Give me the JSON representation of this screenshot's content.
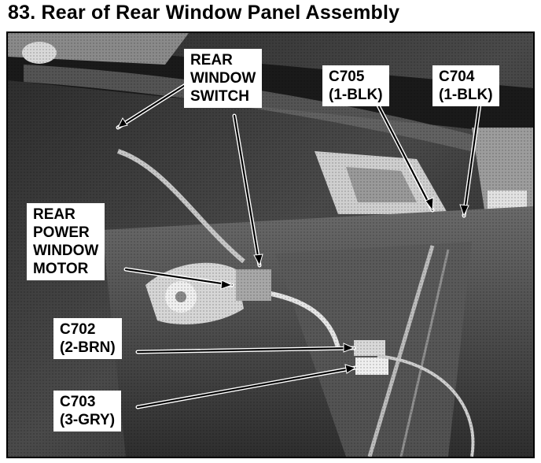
{
  "figure": {
    "title": "83. Rear of Rear Window Panel Assembly"
  },
  "callouts": {
    "rear_window_switch": "REAR\nWINDOW\nSWITCH",
    "c705": "C705\n(1-BLK)",
    "c704": "C704\n(1-BLK)",
    "rear_power_window_motor": "REAR\nPOWER\nWINDOW\nMOTOR",
    "c702": "C702\n(2-BRN)",
    "c703": "C703\n(3-GRY)"
  }
}
